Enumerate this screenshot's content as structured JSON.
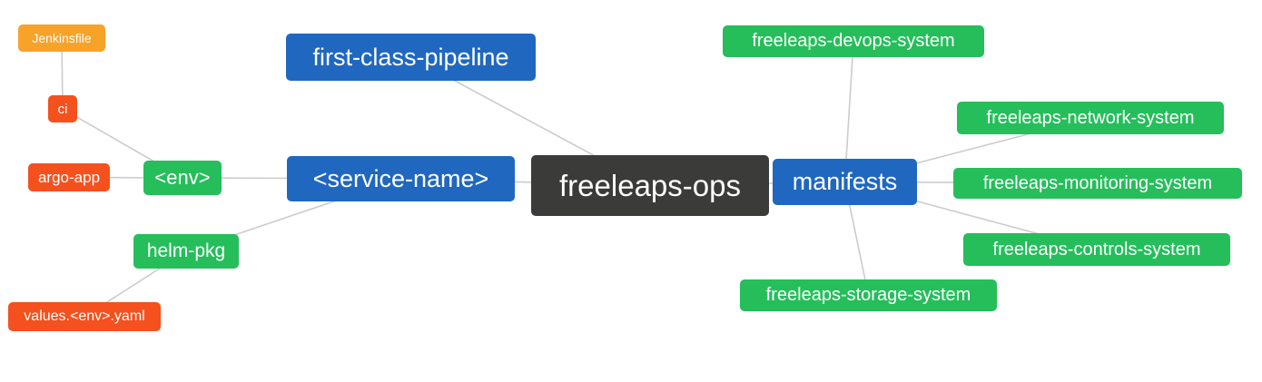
{
  "diagram": {
    "type": "mindmap",
    "background_color": "#ffffff",
    "edge_color": "#cccccc",
    "palette": {
      "blue": "#2067c0",
      "green": "#25be5b",
      "red": "#f4511e",
      "amber": "#f7a229",
      "dark": "#3b3b3a",
      "text": "#ffffff"
    },
    "nodes": [
      {
        "id": "freeleaps-ops",
        "label": "freeleaps-ops",
        "color": "dark"
      },
      {
        "id": "first-class-pipeline",
        "label": "first-class-pipeline",
        "color": "blue"
      },
      {
        "id": "service-name",
        "label": "<service-name>",
        "color": "blue"
      },
      {
        "id": "env",
        "label": "<env>",
        "color": "green"
      },
      {
        "id": "ci",
        "label": "ci",
        "color": "red"
      },
      {
        "id": "jenkinsfile",
        "label": "Jenkinsfile",
        "color": "amber"
      },
      {
        "id": "argo-app",
        "label": "argo-app",
        "color": "red"
      },
      {
        "id": "helm-pkg",
        "label": "helm-pkg",
        "color": "green"
      },
      {
        "id": "values-env-yaml",
        "label": "values.<env>.yaml",
        "color": "red"
      },
      {
        "id": "manifests",
        "label": "manifests",
        "color": "blue"
      },
      {
        "id": "freeleaps-devops-system",
        "label": "freeleaps-devops-system",
        "color": "green"
      },
      {
        "id": "freeleaps-network-system",
        "label": "freeleaps-network-system",
        "color": "green"
      },
      {
        "id": "freeleaps-monitoring-system",
        "label": "freeleaps-monitoring-system",
        "color": "green"
      },
      {
        "id": "freeleaps-controls-system",
        "label": "freeleaps-controls-system",
        "color": "green"
      },
      {
        "id": "freeleaps-storage-system",
        "label": "freeleaps-storage-system",
        "color": "green"
      }
    ],
    "edges": [
      {
        "from": "jenkinsfile",
        "to": "ci"
      },
      {
        "from": "ci",
        "to": "env"
      },
      {
        "from": "argo-app",
        "to": "env"
      },
      {
        "from": "env",
        "to": "service-name"
      },
      {
        "from": "service-name",
        "to": "helm-pkg"
      },
      {
        "from": "helm-pkg",
        "to": "values-env-yaml"
      },
      {
        "from": "service-name",
        "to": "freeleaps-ops"
      },
      {
        "from": "first-class-pipeline",
        "to": "freeleaps-ops"
      },
      {
        "from": "freeleaps-ops",
        "to": "manifests"
      },
      {
        "from": "manifests",
        "to": "freeleaps-devops-system"
      },
      {
        "from": "manifests",
        "to": "freeleaps-network-system"
      },
      {
        "from": "manifests",
        "to": "freeleaps-monitoring-system"
      },
      {
        "from": "manifests",
        "to": "freeleaps-controls-system"
      },
      {
        "from": "manifests",
        "to": "freeleaps-storage-system"
      }
    ]
  }
}
